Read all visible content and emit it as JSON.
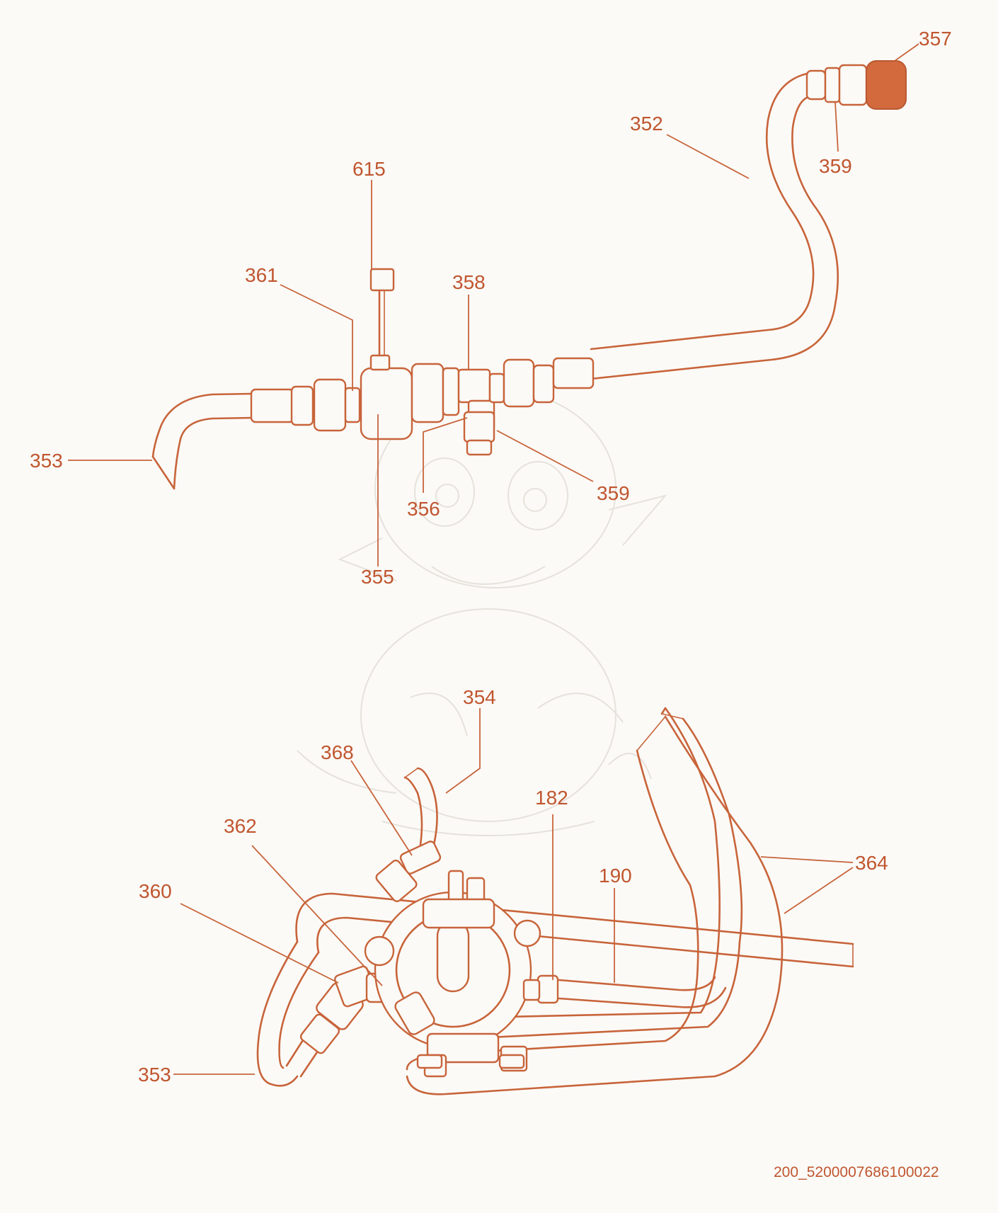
{
  "callouts": {
    "c357": "357",
    "c352": "352",
    "c359a": "359",
    "c615": "615",
    "c361": "361",
    "c358": "358",
    "c353a": "353",
    "c356": "356",
    "c359b": "359",
    "c355": "355",
    "c354": "354",
    "c368": "368",
    "c182": "182",
    "c362": "362",
    "c364": "364",
    "c190": "190",
    "c360": "360",
    "c353b": "353"
  },
  "document_id": "200_5200007686100022",
  "colors": {
    "line": "#c8643a",
    "accent_cap": "#d26a3e",
    "background": "#fbfaf7",
    "watermark": "#e6e2db"
  }
}
